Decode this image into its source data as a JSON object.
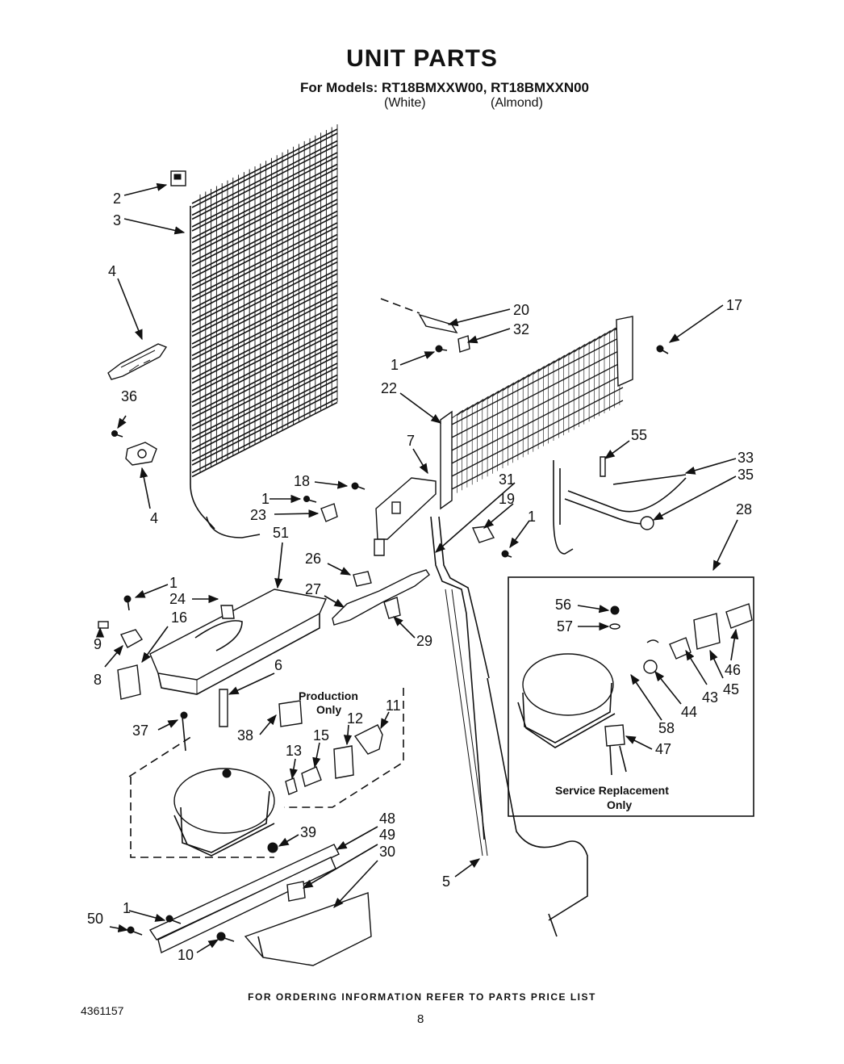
{
  "header": {
    "title": "UNIT PARTS",
    "models_line": "For Models: RT18BMXXW00, RT18BMXXN00",
    "variant_white": "(White)",
    "variant_almond": "(Almond)"
  },
  "boxes": {
    "production_title": "Production",
    "production_sub": "Only",
    "service_title": "Service Replacement",
    "service_sub": "Only"
  },
  "callouts": {
    "c2": "2",
    "c3": "3",
    "c4a": "4",
    "c36": "36",
    "c4b": "4",
    "c20": "20",
    "c32": "32",
    "c1a": "1",
    "c17": "17",
    "c22": "22",
    "c7": "7",
    "c55": "55",
    "c33": "33",
    "c35": "35",
    "c18": "18",
    "c31": "31",
    "c19": "19",
    "c1b": "1",
    "c1c": "1",
    "c23": "23",
    "c51": "51",
    "c28": "28",
    "c26": "26",
    "c1d": "1",
    "c24": "24",
    "c16": "16",
    "c27": "27",
    "c56": "56",
    "c57": "57",
    "c9": "9",
    "c8": "8",
    "c29": "29",
    "c6": "6",
    "c46": "46",
    "c43": "43",
    "c45": "45",
    "c44": "44",
    "c12": "12",
    "c11": "11",
    "c37": "37",
    "c38": "38",
    "c15": "15",
    "c58": "58",
    "c47": "47",
    "c13": "13",
    "c39": "39",
    "c48": "48",
    "c49": "49",
    "c30": "30",
    "c5": "5",
    "c1e": "1",
    "c50": "50",
    "c10": "10"
  },
  "footer": {
    "ordering_info": "FOR ORDERING INFORMATION REFER TO PARTS PRICE LIST",
    "doc_number": "4361157",
    "page_number": "8"
  }
}
